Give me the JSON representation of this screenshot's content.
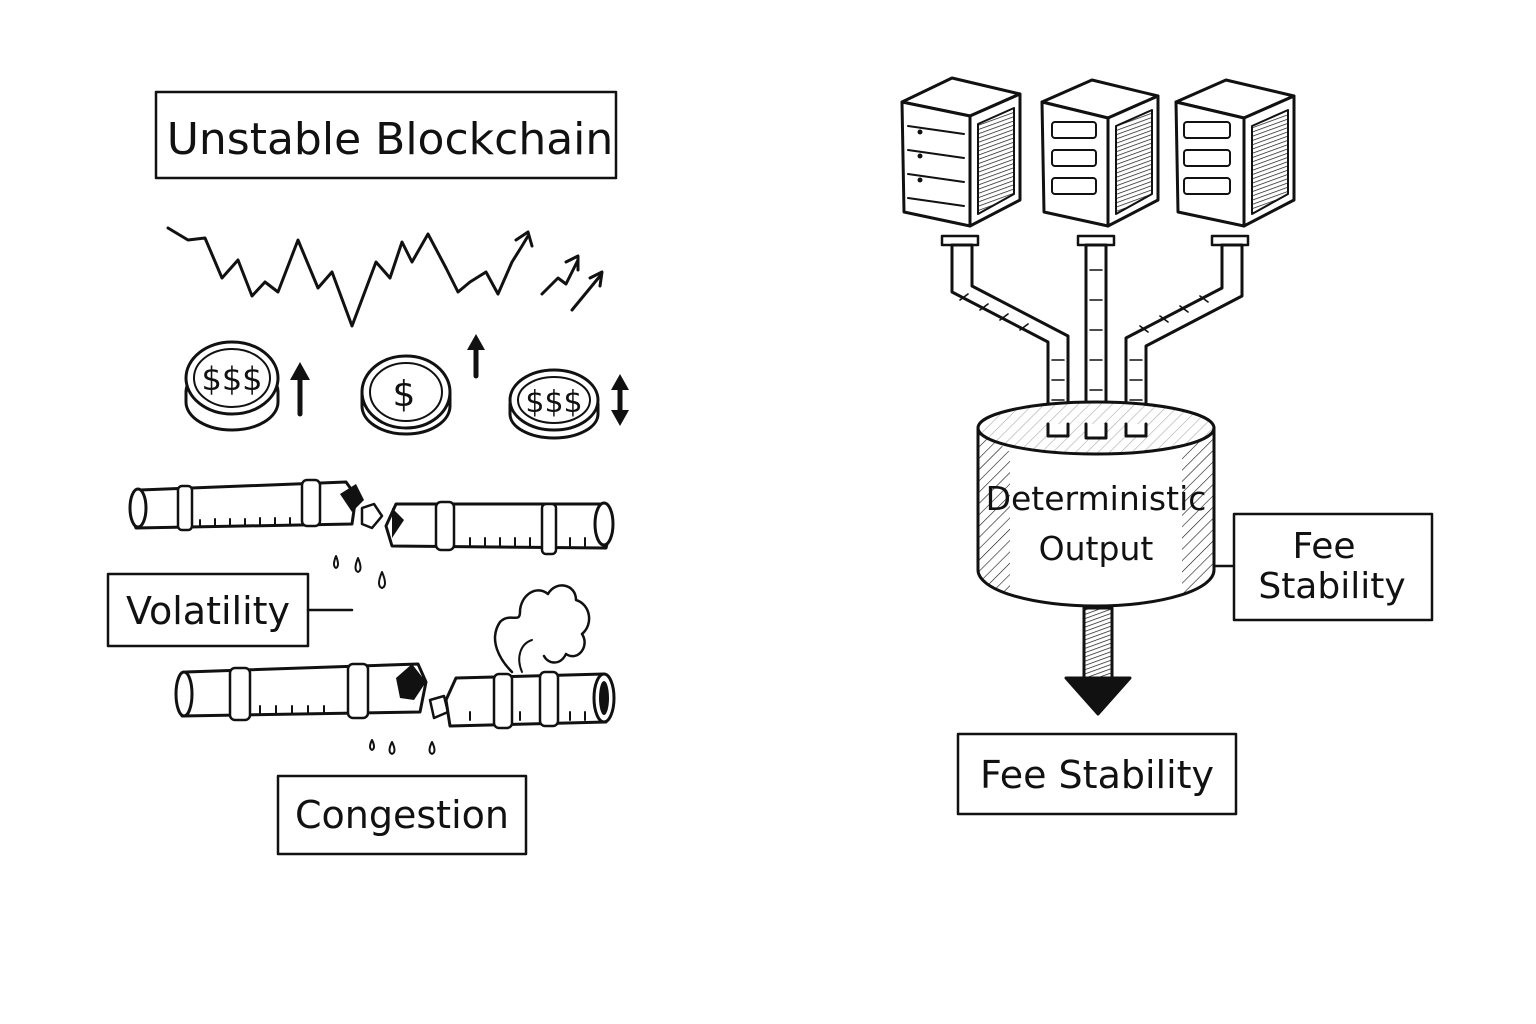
{
  "left_panel": {
    "title": "Unstable Blockchain",
    "coins": [
      "$$$",
      "$",
      "$$$"
    ],
    "volatility_label": "Volatility",
    "congestion_label": "Congestion"
  },
  "right_panel": {
    "tank_label_line1": "Deterministic",
    "tank_label_line2": "Output",
    "side_label_line1": "Fee",
    "side_label_line2": "Stability",
    "bottom_label": "Fee Stability"
  },
  "icons": [
    "line-chart-icon",
    "up-arrow-icon",
    "coin-icon",
    "broken-pipe-icon",
    "server-icon",
    "cylinder-tank-icon",
    "down-arrow-icon"
  ]
}
